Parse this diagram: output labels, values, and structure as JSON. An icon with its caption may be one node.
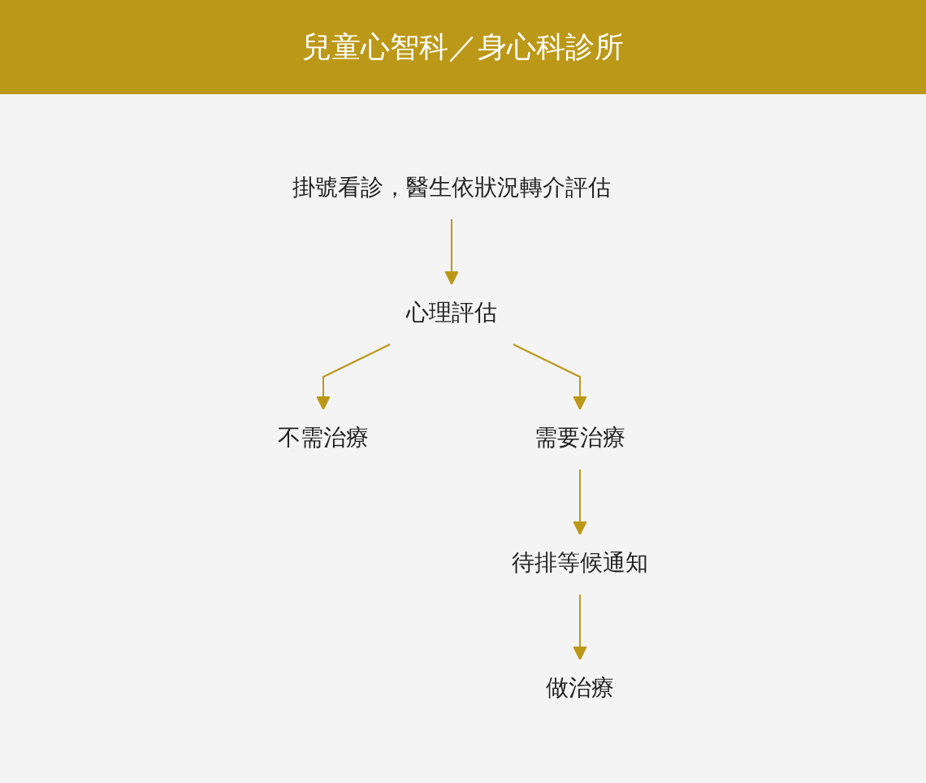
{
  "diagram": {
    "title": "兒童心智科／身心科診所",
    "nodes": [
      {
        "text": [
          "掛號看診，醫生依狀況轉介評估"
        ]
      },
      {
        "text": [
          "心理評估"
        ]
      },
      {
        "text": [
          "不需治療"
        ]
      },
      {
        "text": [
          "需要治療"
        ]
      },
      {
        "text": [
          "待排等候通知"
        ]
      },
      {
        "text": [
          "做治療"
        ]
      }
    ],
    "edges": [
      {
        "from": 0,
        "to": 1,
        "arrow": "to"
      },
      {
        "from": 1,
        "to": 2,
        "arrow": "to"
      },
      {
        "from": 1,
        "to": 3,
        "arrow": "to"
      },
      {
        "from": 3,
        "to": 4,
        "arrow": "to"
      },
      {
        "from": 4,
        "to": 5,
        "arrow": "to"
      }
    ]
  }
}
